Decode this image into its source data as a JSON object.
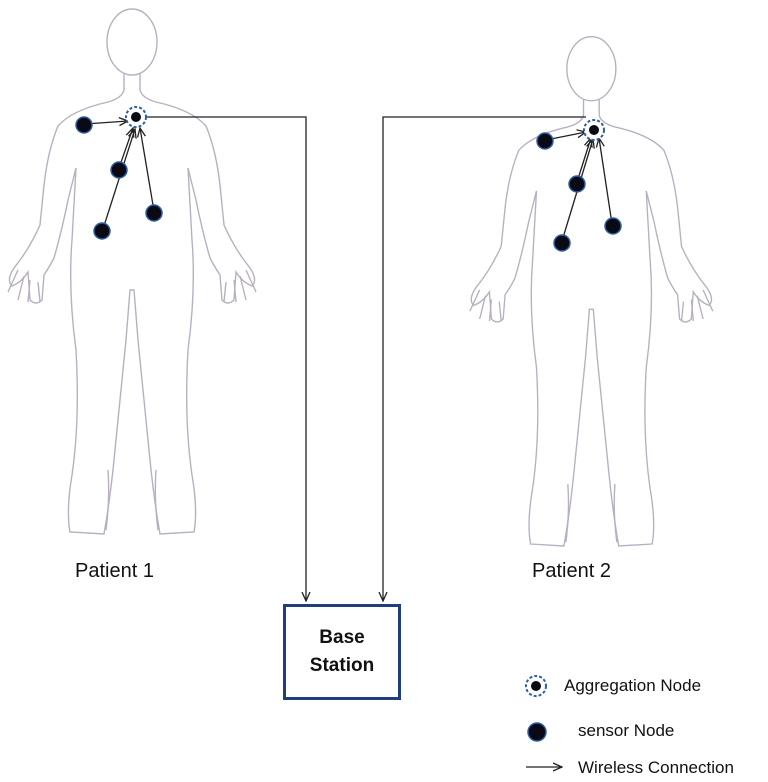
{
  "patients": [
    {
      "label": "Patient 1"
    },
    {
      "label": "Patient 2"
    }
  ],
  "base_station": {
    "line1": "Base",
    "line2": "Station"
  },
  "legend": {
    "aggregation": "Aggregation Node",
    "sensor": "sensor Node",
    "wireless": "Wireless Connection"
  },
  "colors": {
    "body_outline": "#b8b0c2",
    "node_fill": "#0a0a14",
    "node_ring": "#2e5ea8",
    "connection": "#222222",
    "box_border": "#1f3f7a"
  },
  "icons": {
    "aggregation": "aggregation-node-icon",
    "sensor": "sensor-node-icon",
    "wireless": "arrow-right-icon"
  }
}
